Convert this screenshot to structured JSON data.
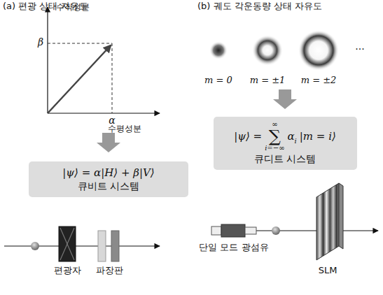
{
  "diagram": {
    "nodes": [
      {
        "text": [
          "|ψ⟩ = α|H⟩ + β|V⟩",
          "큐비트 시스템"
        ]
      },
      {
        "text": [
          "|ψ⟩ =",
          "∞",
          "∑",
          "i=−∞",
          "α",
          "i",
          "|m = i⟩",
          "큐디트 시스템"
        ]
      }
    ],
    "labels": [
      "(a) 편광 상태 자유도",
      "수직성분",
      "β",
      "α",
      "수평성분",
      "편광자",
      "파장판",
      "(b) 궤도 각운동량 상태 자유도",
      "m = 0",
      "m = ±1",
      "m = ±2",
      "···",
      "단일 모드 광섬유",
      "SLM"
    ]
  }
}
